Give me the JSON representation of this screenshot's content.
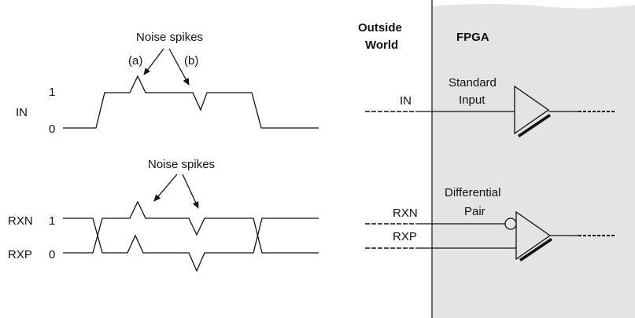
{
  "waveforms": {
    "single_ended": {
      "noise_label": "Noise spikes",
      "spike_a_label": "(a)",
      "spike_b_label": "(b)",
      "signal_label": "IN",
      "level_high": "1",
      "level_low": "0"
    },
    "differential": {
      "noise_label": "Noise spikes",
      "rxn_label": "RXN",
      "rxp_label": "RXP",
      "level_high": "1",
      "level_low": "0"
    }
  },
  "schematic": {
    "outside_world_line1": "Outside",
    "outside_world_line2": "World",
    "fpga_label": "FPGA",
    "standard_input_line1": "Standard",
    "standard_input_line2": "Input",
    "in_label": "IN",
    "diff_pair_line1": "Differential",
    "diff_pair_line2": "Pair",
    "rxn_label": "RXN",
    "rxp_label": "RXP",
    "colors": {
      "fpga_fill": "#e4e4e4",
      "line": "#111111"
    }
  }
}
